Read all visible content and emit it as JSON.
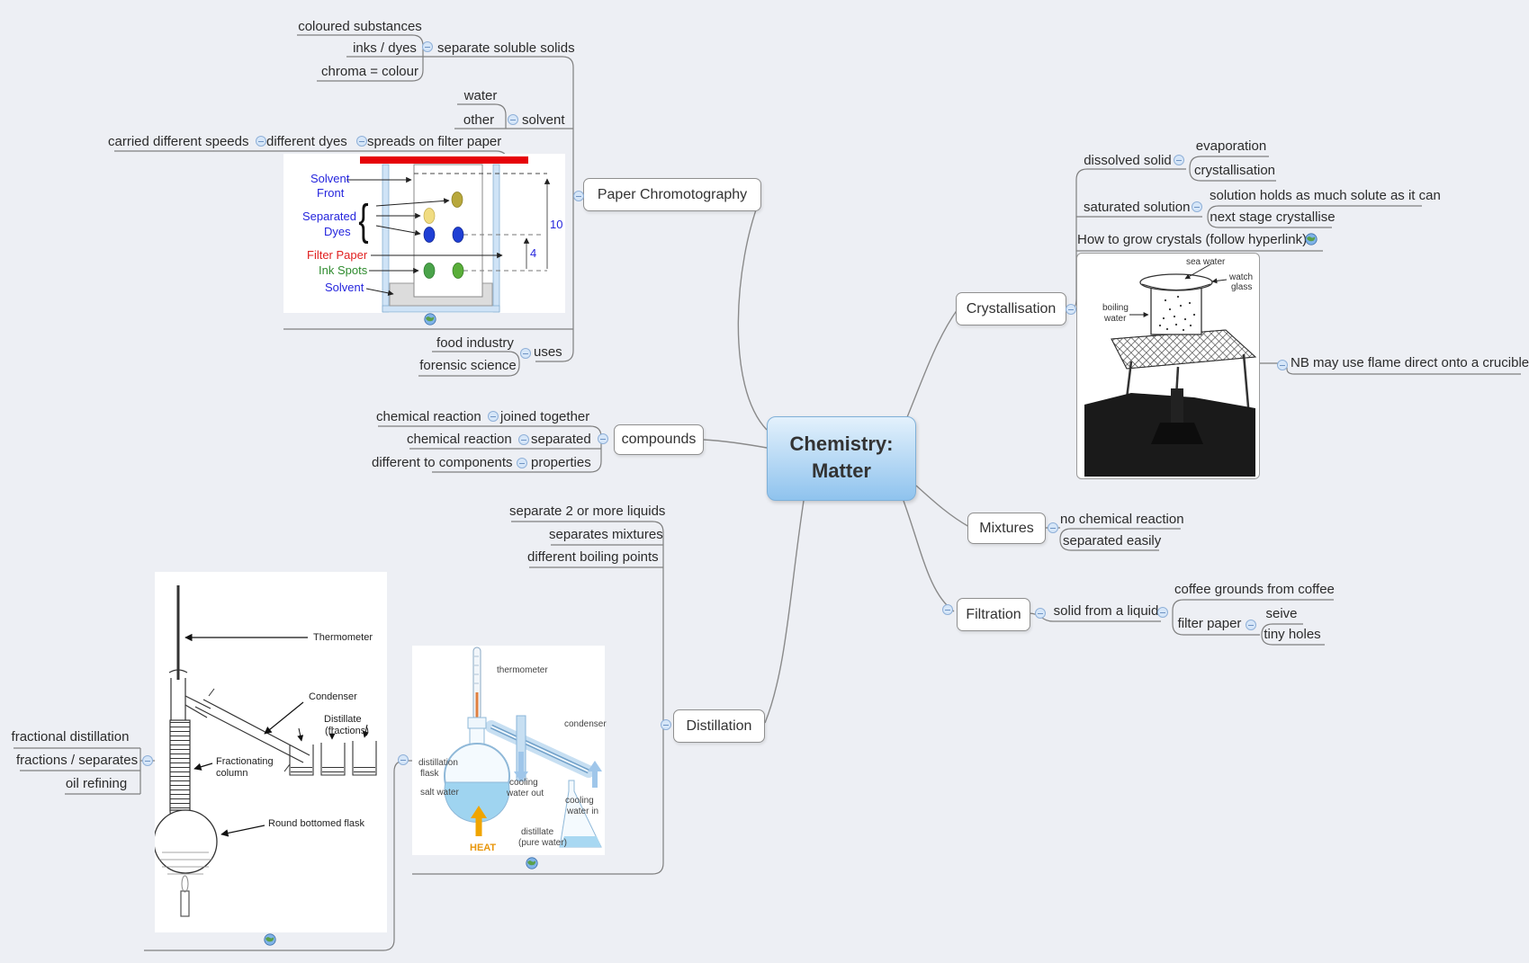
{
  "app": {
    "background": "#edeff4"
  },
  "colors": {
    "root_gradient_top": "#e3f1fc",
    "root_gradient_bottom": "#8fc3ee",
    "root_border": "#7fb0d8",
    "node_border": "#8f8f8f",
    "connector": "#7f7f7f",
    "collapse_icon_fill": "#d6e6f8",
    "collapse_icon_border": "#8fb0d8",
    "chroma_red_bar": "#e60309",
    "label_blue": "#2525dd",
    "label_red": "#e02020",
    "label_green": "#2e8b2e",
    "heat_orange": "#f0a500"
  },
  "root": {
    "line1": "Chemistry:",
    "line2": "Matter"
  },
  "pc": {
    "label": "Paper Chromotography",
    "separate_soluble": "separate soluble solids",
    "coloured_substances": "coloured substances",
    "inks_dyes": "inks / dyes",
    "chroma_colour": "chroma = colour",
    "solvent": "solvent",
    "water": "water",
    "other": "other",
    "spreads": "spreads on filter paper",
    "different_dyes": "different dyes",
    "carried_speeds": "carried different speeds",
    "uses": "uses",
    "food_industry": "food industry",
    "forensic_science": "forensic science",
    "image": {
      "solvent_front_1": "Solvent",
      "solvent_front_2": "Front",
      "separated_1": "Separated",
      "separated_2": "Dyes",
      "brace": "{",
      "filter_paper": "Filter Paper",
      "ink_spots": "Ink Spots",
      "solvent": "Solvent",
      "d10": "10",
      "d4": "4"
    }
  },
  "comp": {
    "label": "compounds",
    "chem_reaction_1": "chemical reaction",
    "joined_together": "joined together",
    "chem_reaction_2": "chemical reaction",
    "separated": "separated",
    "different_components": "different to components",
    "properties": "properties"
  },
  "cry": {
    "label": "Crystallisation",
    "dissolved_solid": "dissolved solid",
    "evaporation": "evaporation",
    "crystallisation": "crystallisation",
    "saturated_solution": "saturated solution",
    "solution_holds": "solution holds as much solute as it can",
    "next_stage": "next stage crystallise",
    "how_to_grow": "How to grow crystals (follow hyperlink)",
    "nb_note": "NB may use flame direct onto a crucible",
    "image": {
      "sea_water": "sea water",
      "watch_glass_1": "watch",
      "watch_glass_2": "glass",
      "boiling_1": "boiling",
      "boiling_2": "water"
    }
  },
  "mix": {
    "label": "Mixtures",
    "no_chemical_reaction": "no chemical reaction",
    "separated_easily": "separated easily"
  },
  "fil": {
    "label": "Filtration",
    "solid_from_liquid": "solid from a liquid",
    "coffee_grounds": "coffee grounds from coffee",
    "filter_paper": "filter paper",
    "seive": "seive",
    "tiny_holes": "tiny holes"
  },
  "dis": {
    "label": "Distillation",
    "separate_liquids": "separate 2 or more liquids",
    "separates_mixtures": "separates mixtures",
    "different_boiling": "different boiling points",
    "fractional_distillation": "fractional distillation",
    "fractions_separates": "fractions / separates",
    "oil_refining": "oil refining",
    "image_colour": {
      "thermometer": "thermometer",
      "condenser": "condenser",
      "dflask_1": "distillation",
      "dflask_2": "flask",
      "salt_water": "salt water",
      "cool_out_1": "cooling",
      "cool_out_2": "water out",
      "cool_in_1": "cooling",
      "cool_in_2": "water in",
      "heat": "HEAT",
      "distillate_1": "distillate",
      "distillate_2": "(pure water)"
    },
    "image_bw": {
      "thermometer": "Thermometer",
      "condenser": "Condenser",
      "distillate_1": "Distillate",
      "distillate_2": "(fractions)",
      "frac_1": "Fractionating",
      "frac_2": "column",
      "round_flask": "Round bottomed flask"
    }
  }
}
